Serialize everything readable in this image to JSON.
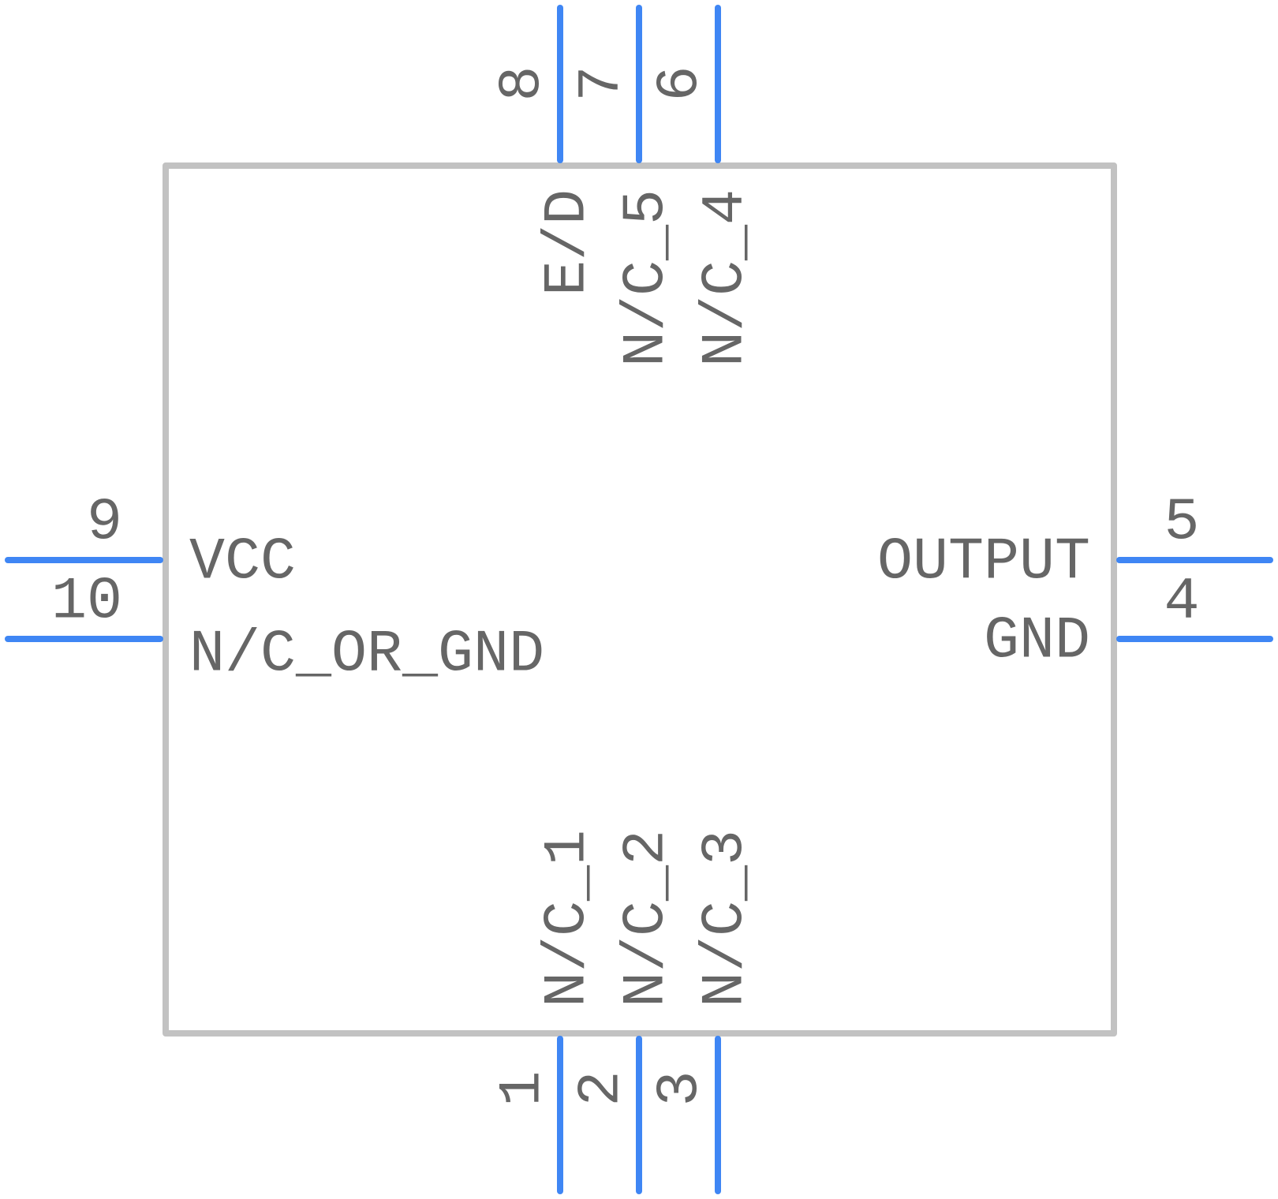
{
  "colors": {
    "body_outline": "#c2c2c2",
    "pin_line": "#3f86f4",
    "text": "#666666"
  },
  "component": {
    "pins": [
      {
        "number": "1",
        "name": "N/C_1",
        "side": "bottom"
      },
      {
        "number": "2",
        "name": "N/C_2",
        "side": "bottom"
      },
      {
        "number": "3",
        "name": "N/C_3",
        "side": "bottom"
      },
      {
        "number": "4",
        "name": "GND",
        "side": "right"
      },
      {
        "number": "5",
        "name": "OUTPUT",
        "side": "right"
      },
      {
        "number": "6",
        "name": "N/C_4",
        "side": "top"
      },
      {
        "number": "7",
        "name": "N/C_5",
        "side": "top"
      },
      {
        "number": "8",
        "name": "E/D",
        "side": "top"
      },
      {
        "number": "9",
        "name": "VCC",
        "side": "left"
      },
      {
        "number": "10",
        "name": "N/C_OR_GND",
        "side": "left"
      }
    ]
  }
}
